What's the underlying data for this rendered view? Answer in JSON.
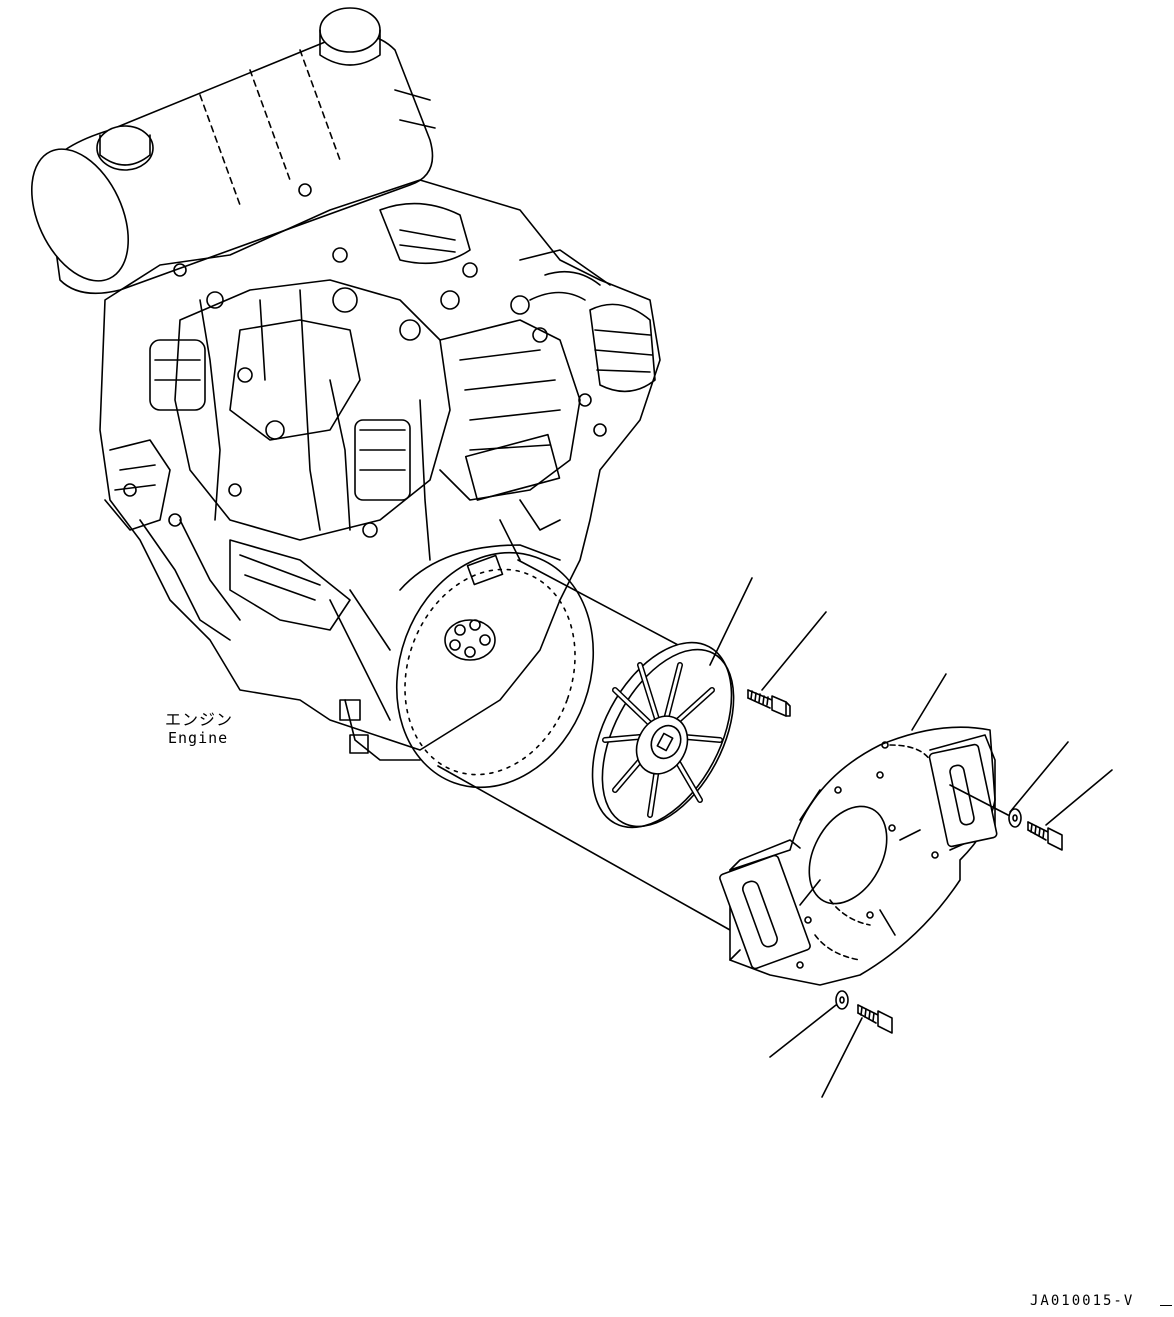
{
  "labels": {
    "engine_jp": "エンジン",
    "engine_en": "Engine",
    "figure_id": "JA010015-V"
  },
  "colors": {
    "line": "#000000",
    "background": "#ffffff"
  }
}
